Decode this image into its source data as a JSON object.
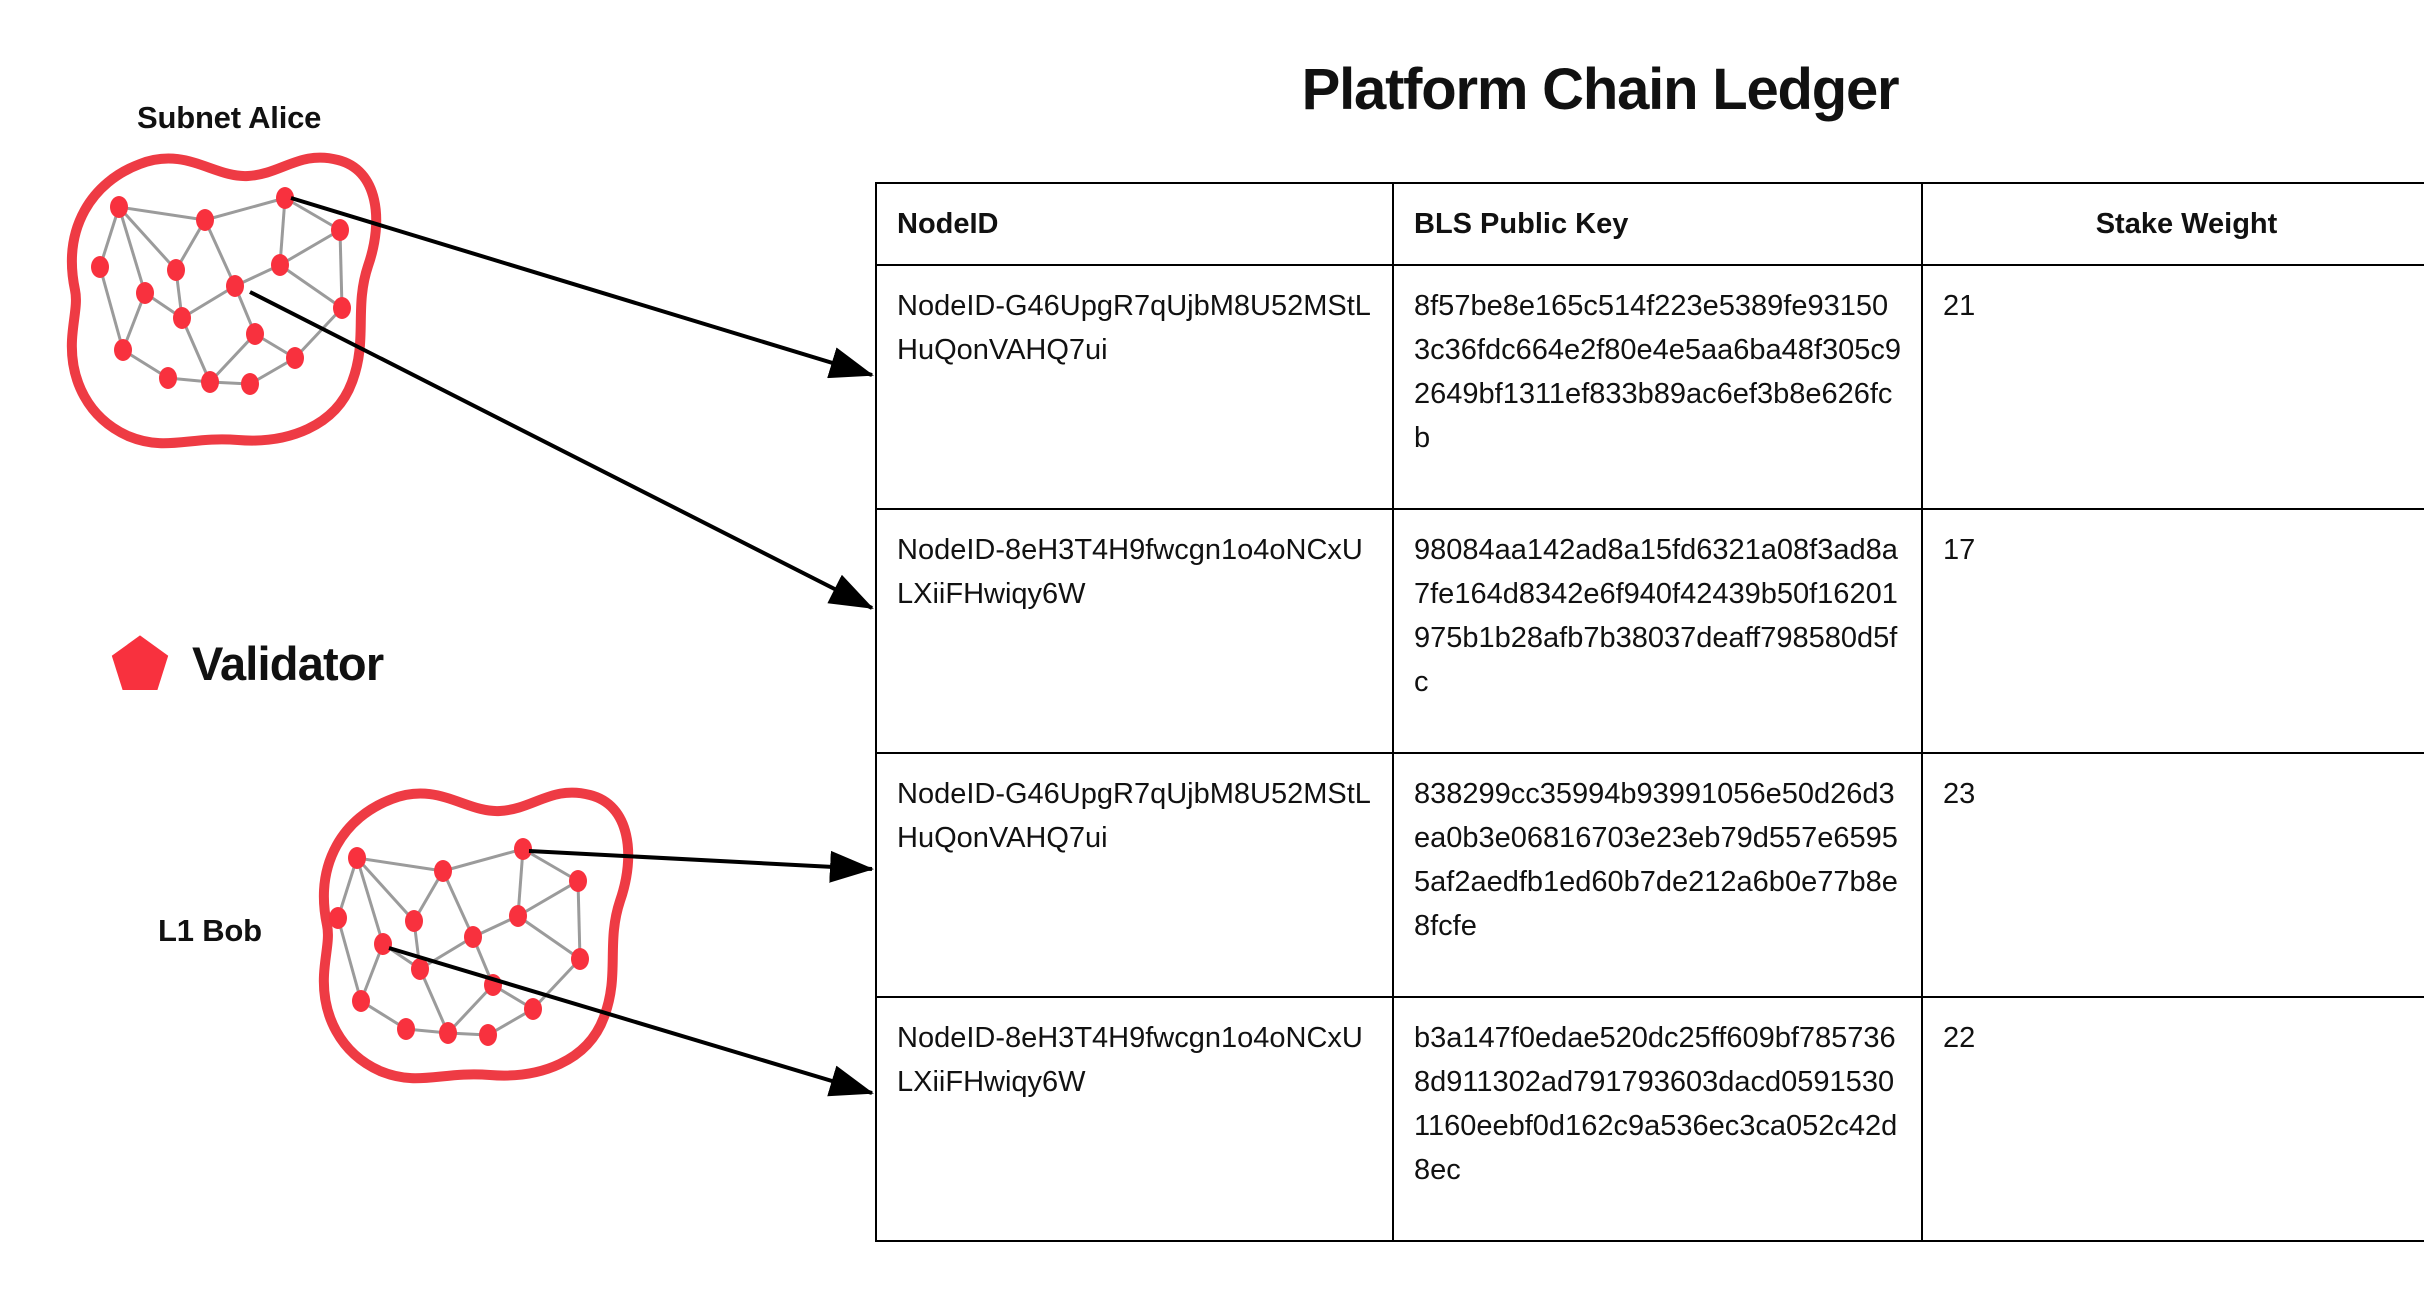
{
  "title": "Platform Chain Ledger",
  "colors": {
    "validator_red": "#F8313E",
    "blob_outline": "#EE3B44",
    "edge_gray": "#9B9B9B",
    "table_border": "#000000",
    "text": "#111111"
  },
  "diagram": {
    "subnet_label": "Subnet Alice",
    "l1_label": "L1 Bob",
    "legend": {
      "icon": "pentagon-icon",
      "label": "Validator"
    }
  },
  "table": {
    "columns": [
      "NodeID",
      "BLS Public Key",
      "Stake Weight"
    ],
    "rows": [
      {
        "node_id": "NodeID-G46UpgR7qUjbM8U52MStLHuQonVAHQ7ui",
        "bls_public_key": "8f57be8e165c514f223e5389fe931503c36fdc664e2f80e4e5aa6ba48f305c92649bf1311ef833b89ac6ef3b8e626fcb",
        "stake_weight": "21"
      },
      {
        "node_id": "NodeID-8eH3T4H9fwcgn1o4oNCxULXiiFHwiqy6W",
        "bls_public_key": "98084aa142ad8a15fd6321a08f3ad8a7fe164d8342e6f940f42439b50f16201975b1b28afb7b38037deaff798580d5fc",
        "stake_weight": "17"
      },
      {
        "node_id": "NodeID-G46UpgR7qUjbM8U52MStLHuQonVAHQ7ui",
        "bls_public_key": "838299cc35994b93991056e50d26d3ea0b3e06816703e23eb79d557e65955af2aedfb1ed60b7de212a6b0e77b8e8fcfe",
        "stake_weight": "23"
      },
      {
        "node_id": "NodeID-8eH3T4H9fwcgn1o4oNCxULXiiFHwiqy6W",
        "bls_public_key": "b3a147f0edae520dc25ff609bf7857368d911302ad791793603dacd05915301160eebf0d162c9a536ec3ca052c42d8ec",
        "stake_weight": "22"
      }
    ]
  }
}
